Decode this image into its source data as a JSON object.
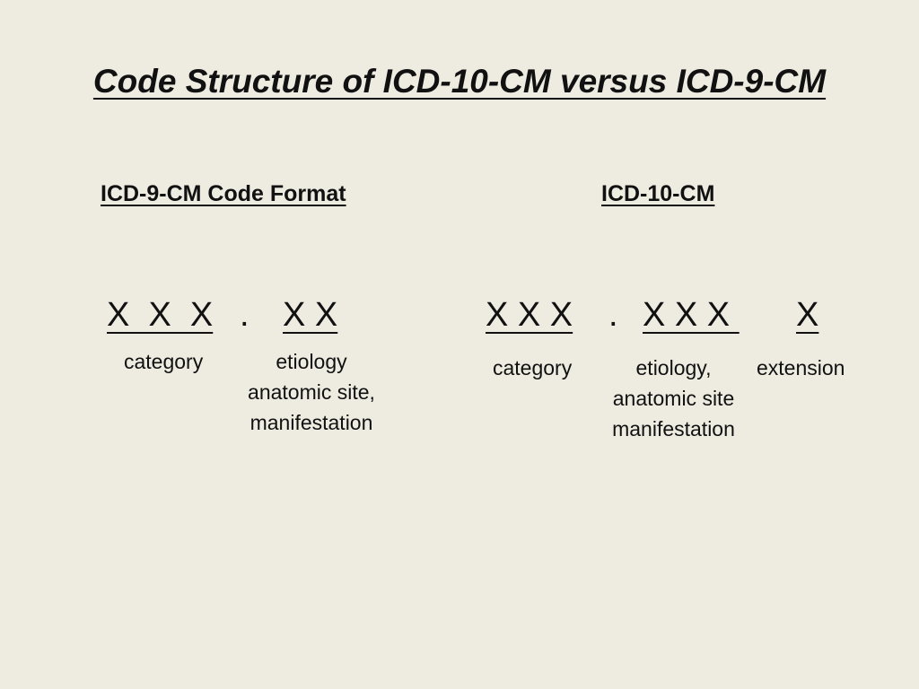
{
  "title": "Code Structure of ICD-10-CM versus ICD-9-CM",
  "icd9": {
    "heading": "ICD-9-CM  Code Format",
    "category_code": "X  X  X",
    "dot": ".",
    "subcategory_code": "X X",
    "category_label": "category",
    "detail_lines": [
      "etiology",
      "anatomic site,",
      "manifestation"
    ]
  },
  "icd10": {
    "heading": "ICD-10-CM",
    "category_code": "X X X",
    "dot": ".",
    "subcategory_code": "X X X ",
    "extension_code": "X",
    "category_label": "category",
    "detail_lines": [
      "etiology,",
      "anatomic site",
      "manifestation"
    ],
    "extension_label": "extension"
  }
}
